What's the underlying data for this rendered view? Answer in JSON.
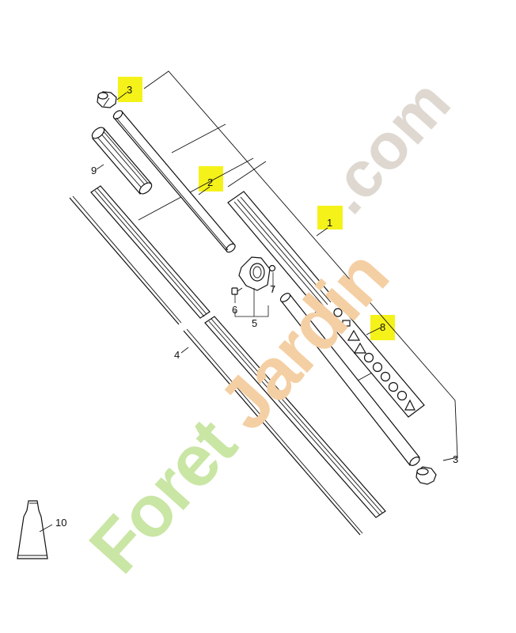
{
  "watermark": {
    "text_main": "ForetJardin",
    "text_dot": ".com",
    "color_foret": "#c9e6a4",
    "color_jardin": "#f4cfa3",
    "color_com": "#ded8d0"
  },
  "highlight_color": "#f5f21a",
  "callouts": [
    {
      "id": "c1",
      "text": "1",
      "highlighted": true
    },
    {
      "id": "c2",
      "text": "2",
      "highlighted": true
    },
    {
      "id": "c3a",
      "text": "3",
      "highlighted": true
    },
    {
      "id": "c3b",
      "text": "3",
      "highlighted": false
    },
    {
      "id": "c4",
      "text": "4",
      "highlighted": false
    },
    {
      "id": "c5",
      "text": "5",
      "highlighted": false
    },
    {
      "id": "c6",
      "text": "6",
      "highlighted": false
    },
    {
      "id": "c7",
      "text": "7",
      "highlighted": false
    },
    {
      "id": "c8",
      "text": "8",
      "highlighted": true
    },
    {
      "id": "c9",
      "text": "9",
      "highlighted": false
    },
    {
      "id": "c10",
      "text": "10",
      "highlighted": false
    }
  ]
}
